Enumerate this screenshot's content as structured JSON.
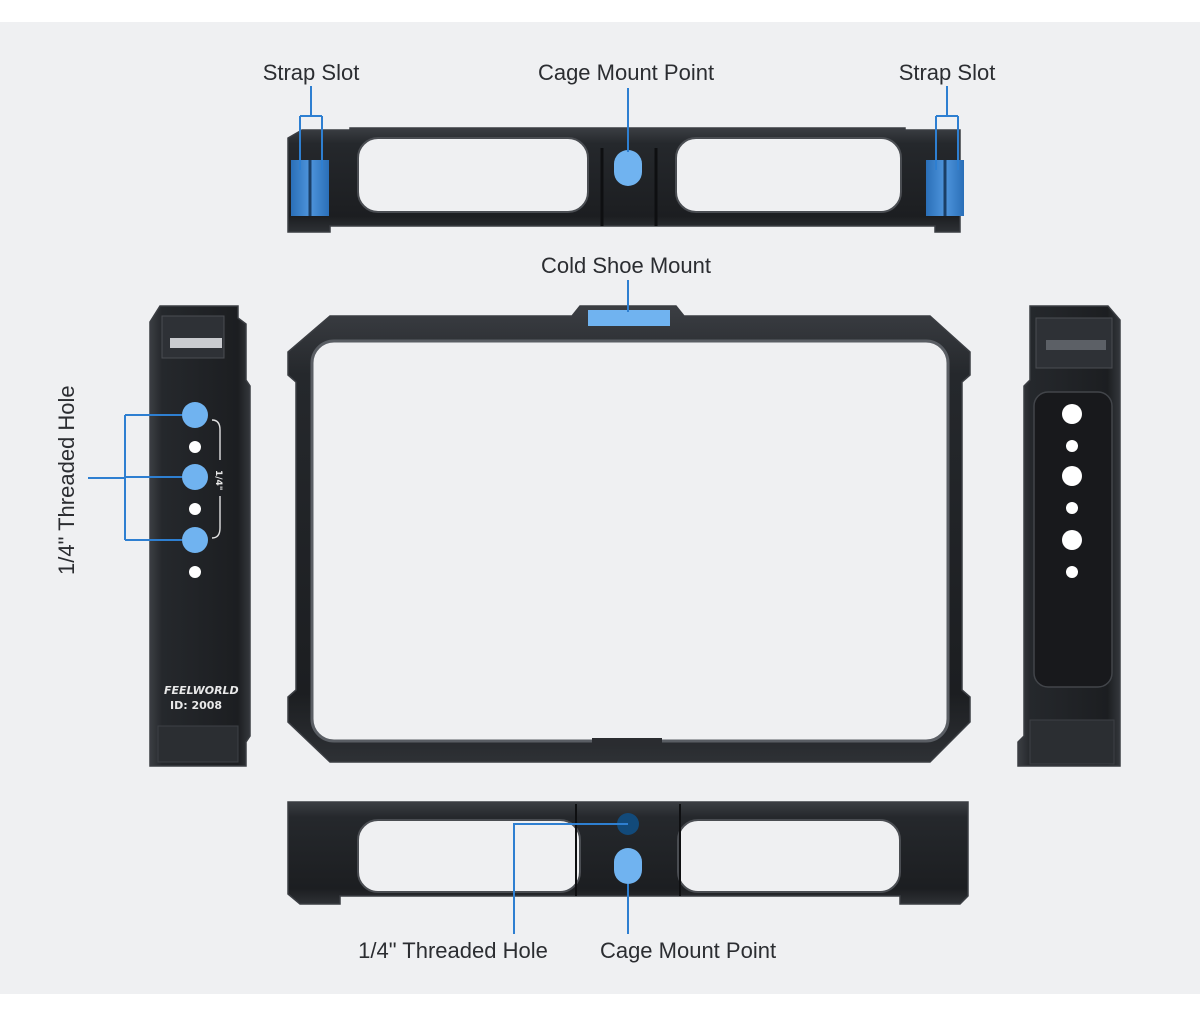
{
  "labels": {
    "strap_slot_left": "Strap Slot",
    "cage_mount_top": "Cage Mount Point",
    "strap_slot_right": "Strap Slot",
    "cold_shoe": "Cold Shoe Mount",
    "threaded_hole_side": "1/4\" Threaded Hole",
    "threaded_hole_bottom": "1/4\" Threaded Hole",
    "cage_mount_bottom": "Cage Mount Point"
  },
  "engraving": {
    "brand": "FEELWORLD",
    "id": "ID: 2008",
    "thread_mark": "1/4\""
  },
  "colors": {
    "background": "#eff0f2",
    "metal_dark": "#1f2124",
    "metal_edge": "#3a3d42",
    "highlight_blue": "#70b3f0",
    "dark_blue": "#124a7a",
    "leader_line": "#2e7fd1",
    "text": "#2b2d31"
  }
}
